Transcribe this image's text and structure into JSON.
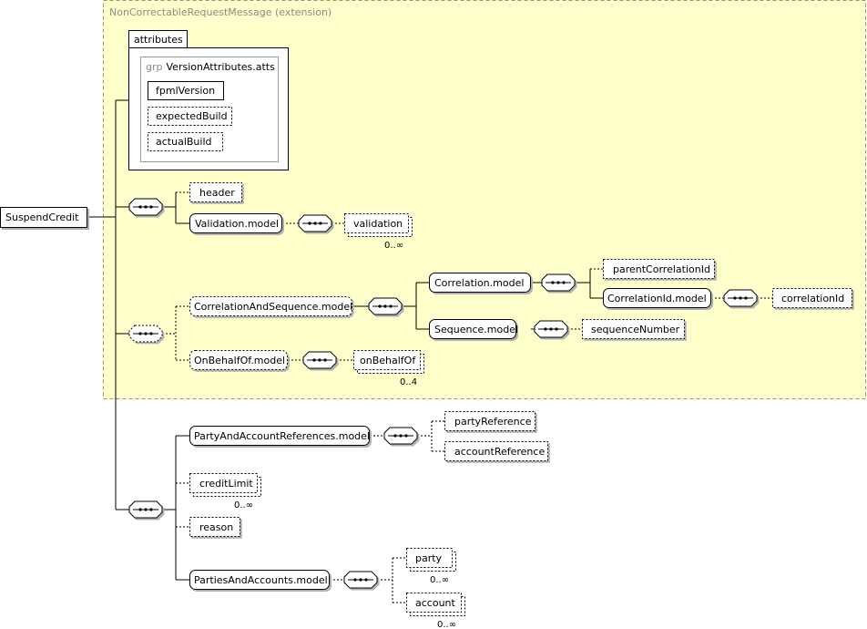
{
  "extension": {
    "label": "NonCorrectableRequestMessage (extension)"
  },
  "attributes": {
    "title": "attributes",
    "group_keyword": "grp",
    "group_name": "VersionAttributes.atts",
    "items": [
      "fpmlVersion",
      "expectedBuild",
      "actualBuild"
    ]
  },
  "root": "SuspendCredit",
  "elements": {
    "header": "header",
    "validation_model": "Validation.model",
    "validation": "validation",
    "validation_card": "0..∞",
    "correlation_sequence_model": "CorrelationAndSequence.model",
    "correlation_model": "Correlation.model",
    "parent_correlation_id": "parentCorrelationId",
    "correlation_id_model": "CorrelationId.model",
    "correlation_id": "correlationId",
    "sequence_model": "Sequence.model",
    "sequence_number": "sequenceNumber",
    "on_behalf_of_model": "OnBehalfOf.model",
    "on_behalf_of": "onBehalfOf",
    "on_behalf_of_card": "0..4",
    "party_account_refs_model": "PartyAndAccountReferences.model",
    "party_reference": "partyReference",
    "account_reference": "accountReference",
    "credit_limit": "creditLimit",
    "credit_limit_card": "0..∞",
    "reason": "reason",
    "parties_accounts_model": "PartiesAndAccounts.model",
    "party": "party",
    "party_card": "0..∞",
    "account": "account",
    "account_card": "0..∞"
  },
  "colors": {
    "extension_fill": "#ffffcc",
    "extension_border": "#999966"
  }
}
